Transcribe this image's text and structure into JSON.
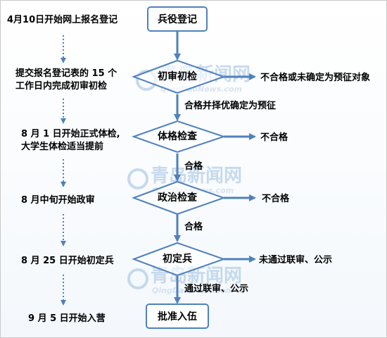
{
  "timeline": [
    "4月10日开始网上报名登记",
    "提交报名登记表的 15 个",
    "工作日内完成初审初检",
    "8 月 1 日开始正式体检,",
    "大学生体检适当提前",
    "8 月中旬开始政审",
    "8 月 25 日开始初定兵",
    "9 月 5 日开始入营"
  ],
  "flow": {
    "start": "兵役登记",
    "steps": [
      "初审初检",
      "体格检查",
      "政治检查",
      "初定兵"
    ],
    "end": "批准入伍",
    "reject_labels": [
      "不合格或未确定为预征对象",
      "不合格",
      "不合格",
      "未通过联审、公示"
    ],
    "pass_labels": [
      "合格并择优确定为预征",
      "合格",
      "合格",
      "通过联审、公示"
    ]
  },
  "watermark": {
    "cn": "青岛新闻网",
    "en": "QingDaoNews.com"
  },
  "colors": {
    "arrow": "#4f81bd",
    "box_border": "#4f81bd",
    "box_fill": "#ffffff",
    "dotted": "#4f81bd",
    "watermark_blue": "#9dbfe0",
    "watermark_red": "#f2b5b5"
  }
}
